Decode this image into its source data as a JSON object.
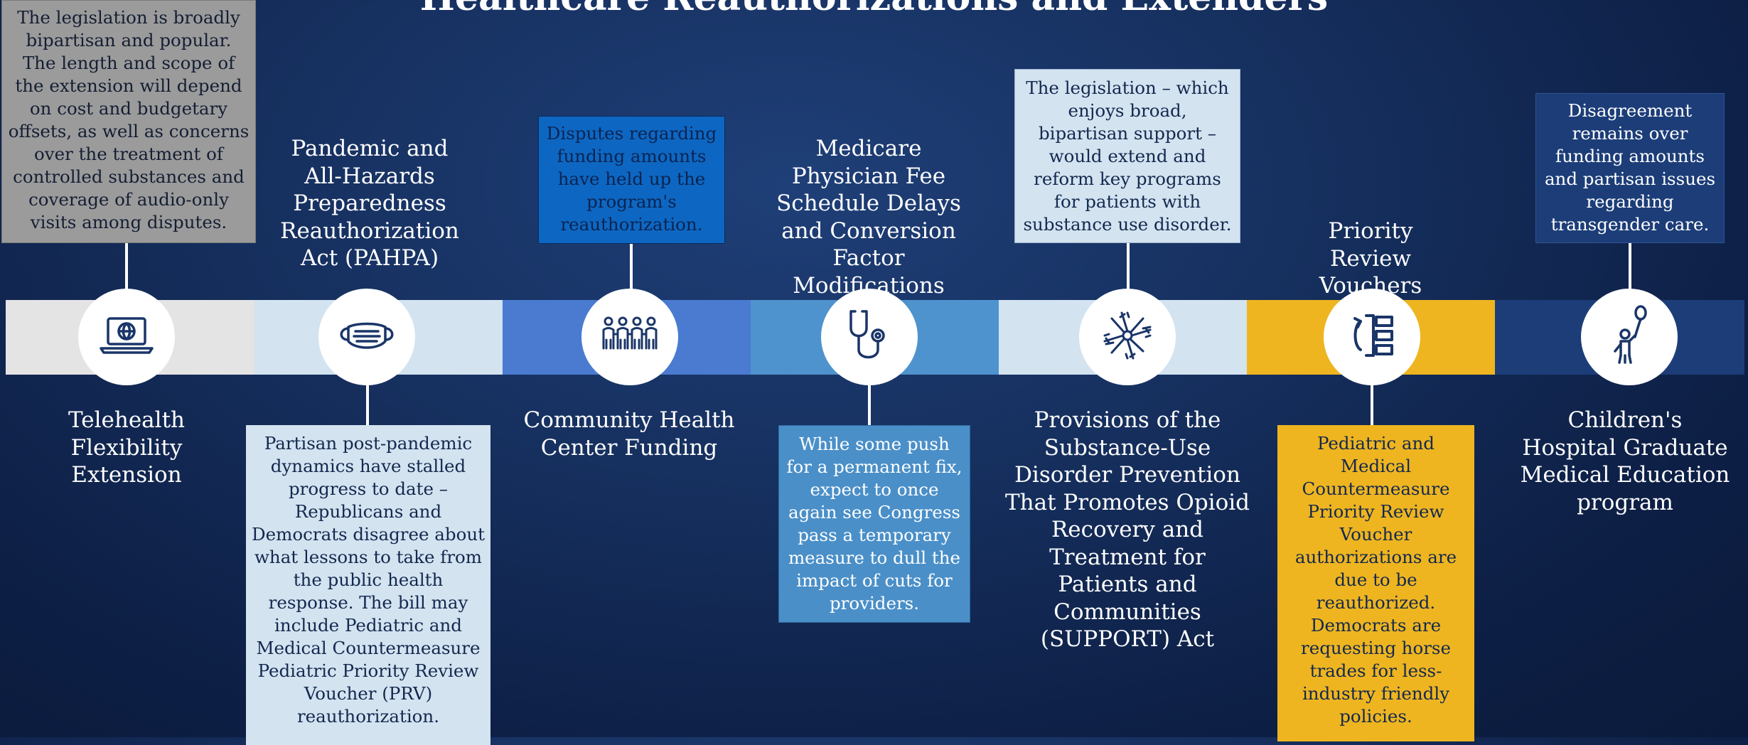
{
  "title": "Healthcare Reauthorizations and Extenders",
  "colors": {
    "background": "#0d1f45",
    "band_gray": "#e4e4e4",
    "band_light_blue": "#d3e3f0",
    "band_medium_blue": "#4a7bd0",
    "band_steel_blue": "#4e93cd",
    "band_gold": "#eeb520",
    "band_navy": "#1c3d78",
    "icon_stroke": "#1a3568"
  },
  "items": [
    {
      "label": "Telehealth Flexibility Extension",
      "icon": "laptop-globe-icon",
      "note": "The legislation is broadly bipartisan and popular. The length and scope of the extension will depend on cost and budgetary offsets, as well as concerns over the treatment of controlled substances and coverage of audio-only visits among disputes."
    },
    {
      "label": "Pandemic and All-Hazards Preparedness Reauthorization Act (PAHPA)",
      "icon": "face-mask-icon",
      "note": "Partisan post-pandemic dynamics have stalled progress to date – Republicans and Democrats disagree about what lessons to take from the public health response. The bill may include Pediatric and Medical Countermeasure Pediatric Priority Review Voucher (PRV) reauthorization."
    },
    {
      "label": "Community Health Center Funding",
      "icon": "community-people-icon",
      "note": "Disputes regarding funding amounts have held up the program's reauthorization."
    },
    {
      "label": "Medicare Physician Fee Schedule Delays and Conversion Factor Modifications",
      "icon": "stethoscope-icon",
      "note": "While some push for a permanent fix, expect to once again see Congress pass a temporary measure to dull the impact of cuts for providers."
    },
    {
      "label": "Provisions of the Substance-Use Disorder Prevention That Promotes Opioid Recovery and Treatment for Patients and Communities (SUPPORT) Act",
      "icon": "joined-hands-icon",
      "note": "The legislation – which enjoys broad, bipartisan support – would extend and reform key programs for patients with substance use disorder."
    },
    {
      "label": "Priority Review Vouchers",
      "icon": "review-list-icon",
      "note": "Pediatric and Medical Countermeasure Priority Review Voucher authorizations are due to be reauthorized. Democrats are requesting horse trades for less-industry friendly policies."
    },
    {
      "label": "Children's Hospital Graduate Medical Education program",
      "icon": "child-balloon-icon",
      "note": "Disagreement remains over funding amounts and partisan issues regarding transgender care."
    }
  ]
}
